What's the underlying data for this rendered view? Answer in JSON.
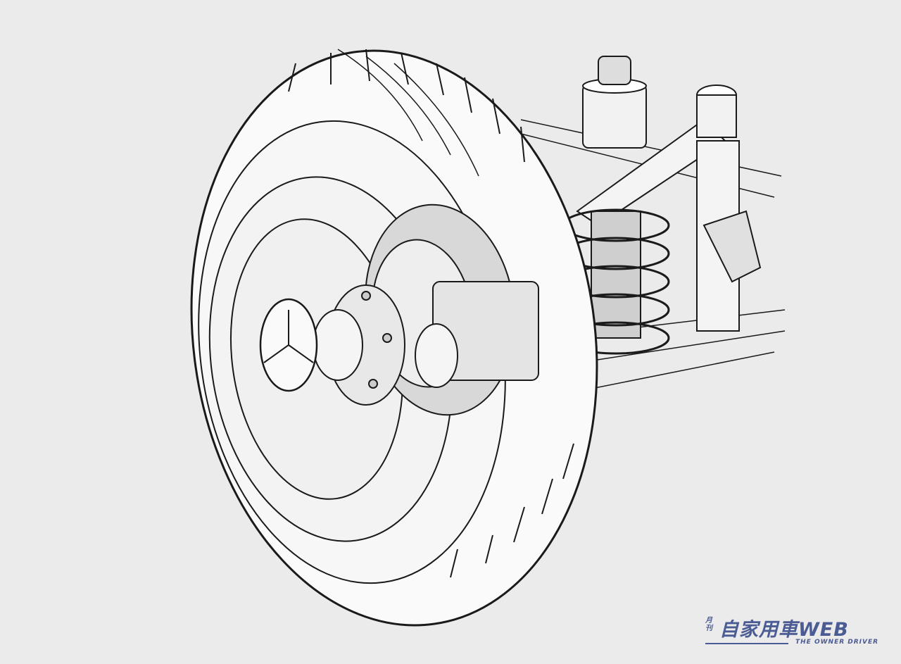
{
  "image": {
    "subject": "wheel-suspension-illustration",
    "background_color": "#ebebeb",
    "line_color": "#1a1a1a"
  },
  "logo": {
    "prefix": "月刊",
    "title": "自家用車WEB",
    "tagline": "THE OWNER DRIVER",
    "color": "#4b5b93"
  }
}
